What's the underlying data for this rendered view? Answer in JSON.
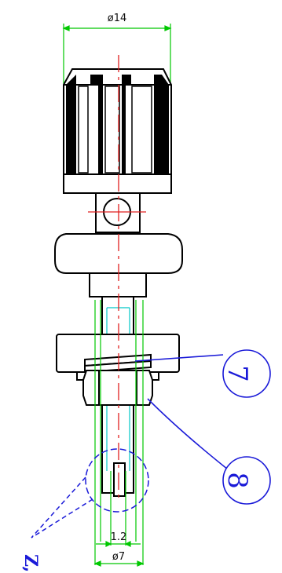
{
  "dimensions": {
    "top_diameter": "ø14",
    "small_size": "1.2",
    "bottom_diameter": "ø7"
  },
  "balloons": {
    "item_a": "7",
    "item_b": "8"
  },
  "detail_label": "Z,",
  "colors": {
    "outline": "#000000",
    "centerline": "#e02020",
    "dimension": "#00c800",
    "hidden": "#00c8c8",
    "callout": "#1a1ad8"
  }
}
